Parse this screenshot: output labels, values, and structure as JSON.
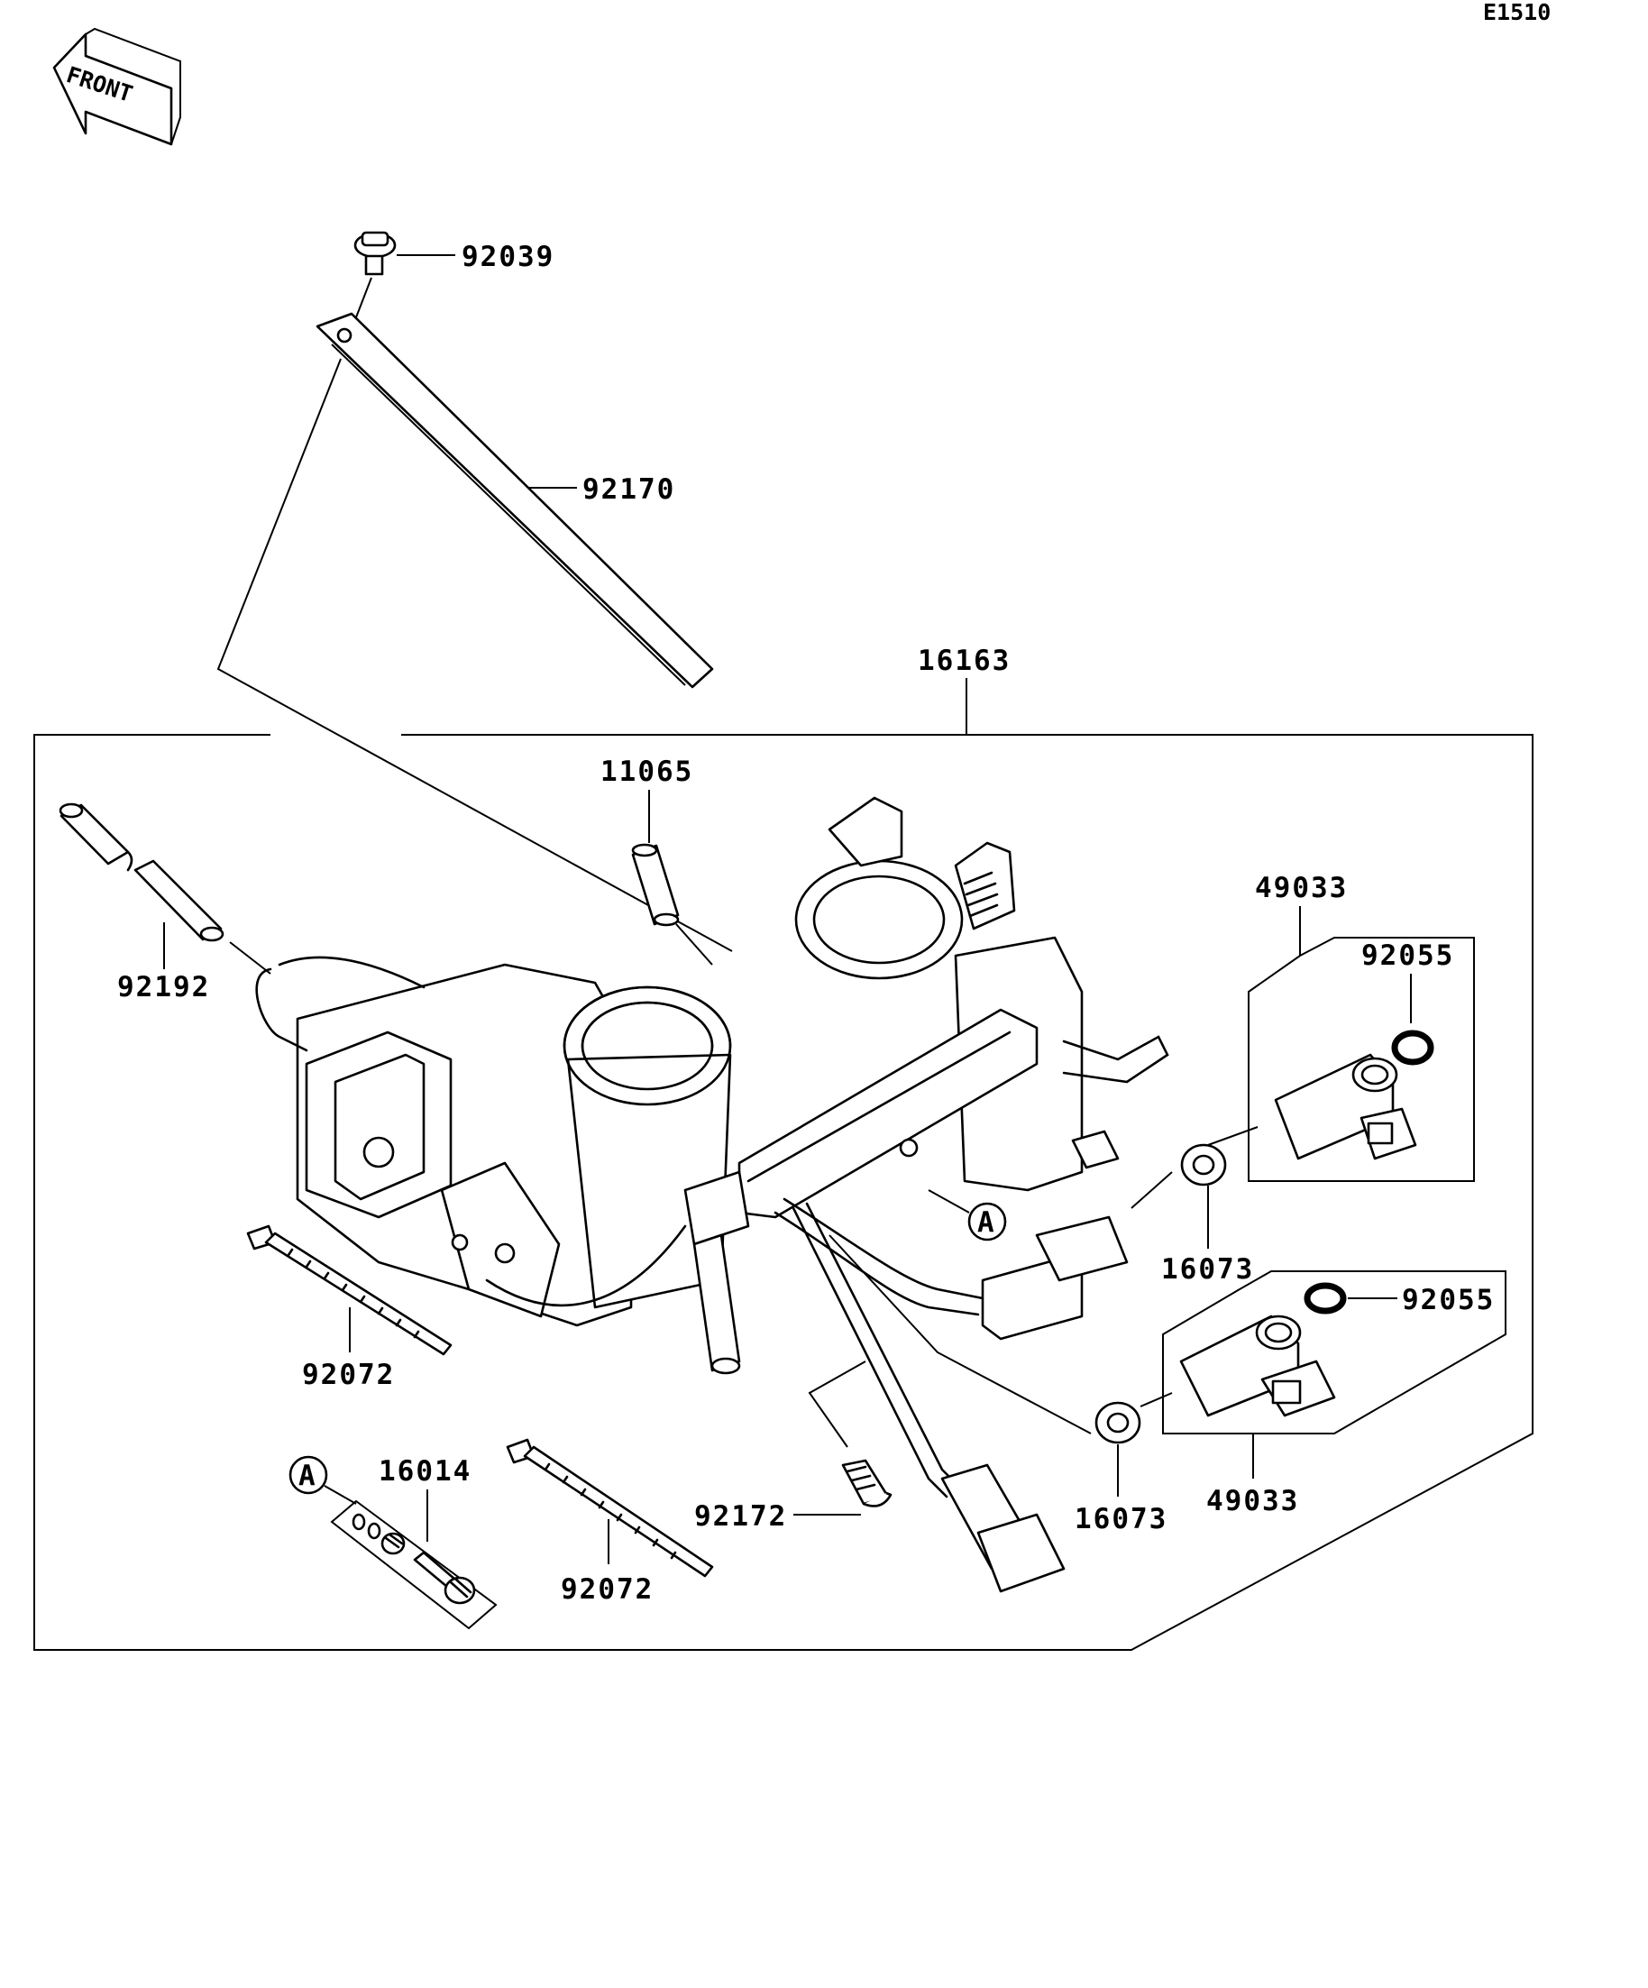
{
  "diagram_code": "E1510",
  "front_arrow_label": "FRONT",
  "parts": {
    "p92039": "92039",
    "p92170": "92170",
    "p16163": "16163",
    "p11065": "11065",
    "p92192": "92192",
    "p49033_top": "49033",
    "p92055_top": "92055",
    "p16073_top": "16073",
    "p92055_bottom": "92055",
    "p92072_left": "92072",
    "p16014": "16014",
    "p92072_center": "92072",
    "p92172": "92172",
    "p16073_bottom": "16073",
    "p49033_bottom": "49033"
  },
  "reference_marks": {
    "assembly": "A",
    "kit": "A"
  }
}
